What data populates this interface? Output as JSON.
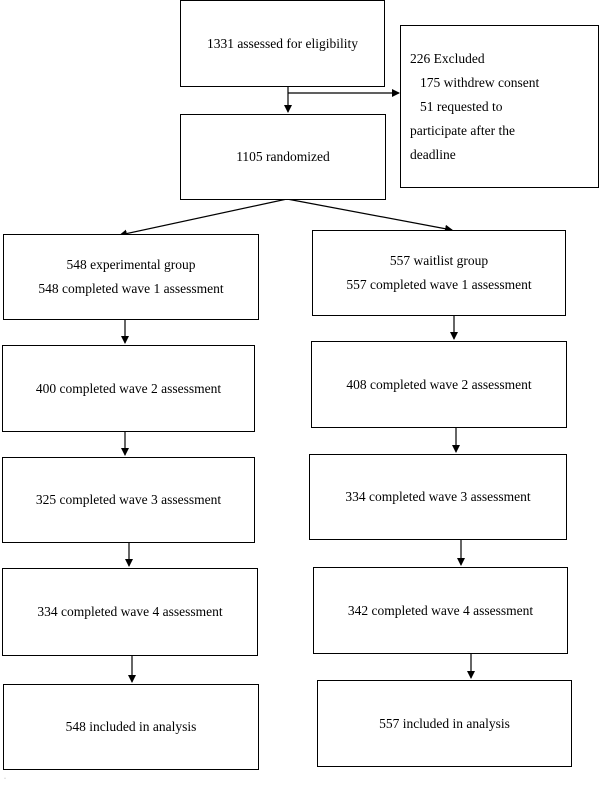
{
  "flowchart": {
    "assessed": "1331 assessed for eligibility",
    "excluded": {
      "title": "226 Excluded",
      "withdrew": "175 withdrew consent",
      "requested_line1": "51 requested to",
      "requested_line2": "participate after the",
      "requested_line3": "deadline"
    },
    "randomized": "1105 randomized",
    "experimental": {
      "group": "548 experimental group",
      "wave1": "548 completed wave 1 assessment",
      "wave2": "400 completed wave 2 assessment",
      "wave3": "325 completed wave 3 assessment",
      "wave4": "334 completed wave 4 assessment",
      "analysis": "548 included in analysis"
    },
    "waitlist": {
      "group": "557 waitlist group",
      "wave1": "557 completed wave 1 assessment",
      "wave2": "408 completed wave 2 assessment",
      "wave3": "334 completed wave 3 assessment",
      "wave4": "342 completed wave 4 assessment",
      "analysis": "557 included in analysis"
    }
  }
}
